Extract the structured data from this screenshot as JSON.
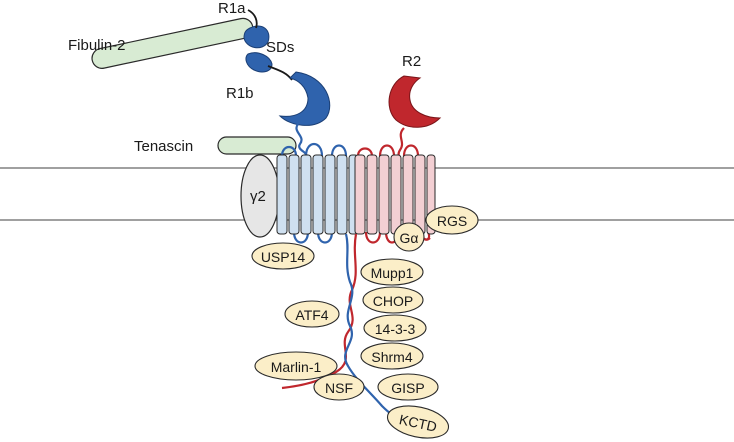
{
  "labels": {
    "r1a": "R1a",
    "sds": "SDs",
    "fibulin": "Fibulin-2",
    "r1b": "R1b",
    "r2": "R2",
    "tenascin": "Tenascin",
    "gamma2": "γ2",
    "galpha": "Gα"
  },
  "partners": {
    "rgs": "RGS",
    "usp14": "USP14",
    "mupp1": "Mupp1",
    "chop": "CHOP",
    "atf4": "ATF4",
    "p1433": "14-3-3",
    "shrm4": "Shrm4",
    "marlin": "Marlin-1",
    "nsf": "NSF",
    "gisp": "GISP",
    "kctd": "KCTD"
  },
  "colors": {
    "r1_blue": "#2f63ad",
    "r2_red": "#c0272d",
    "r1_tm": "#cfe0f0",
    "r2_tm": "#f3cfd3",
    "pill_fill": "#fbeec8",
    "ecm_green": "#d8ebd3",
    "gamma_gray": "#e6e6e6",
    "membrane_line": "#a0a0a0"
  }
}
